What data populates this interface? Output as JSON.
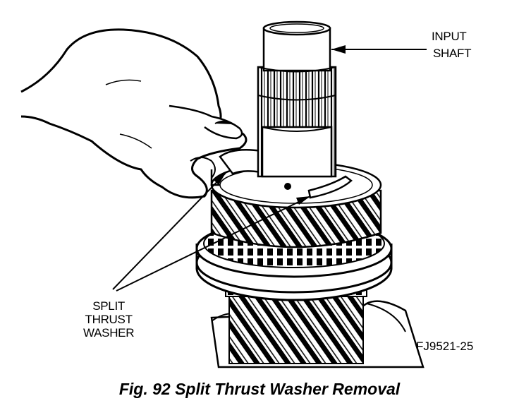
{
  "callouts": {
    "input_shaft_line1": "INPUT",
    "input_shaft_line2": "SHAFT",
    "split_thrust_washer": "SPLIT\nTHRUST\nWASHER"
  },
  "figure_id": "FJ9521-25",
  "caption": "Fig. 92 Split Thrust Washer Removal",
  "colors": {
    "ink": "#000000",
    "paper": "#ffffff"
  }
}
